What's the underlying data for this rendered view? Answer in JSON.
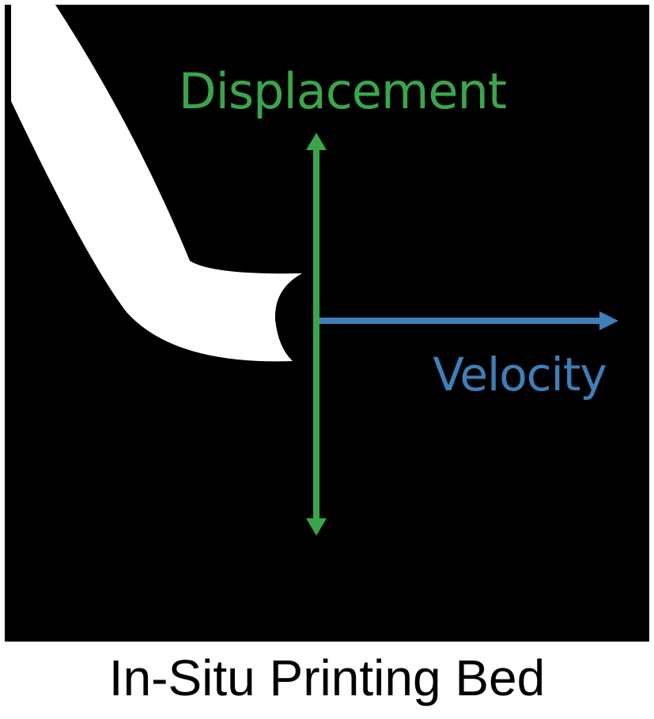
{
  "diagram": {
    "displacement_label": "Displacement",
    "velocity_label": "Velocity",
    "caption": "In-Situ Printing Bed"
  },
  "colors": {
    "panel": "#000000",
    "nozzle": "#ffffff",
    "displacement": "#3aa64b",
    "velocity": "#3f7fb9",
    "caption": "#000000"
  }
}
